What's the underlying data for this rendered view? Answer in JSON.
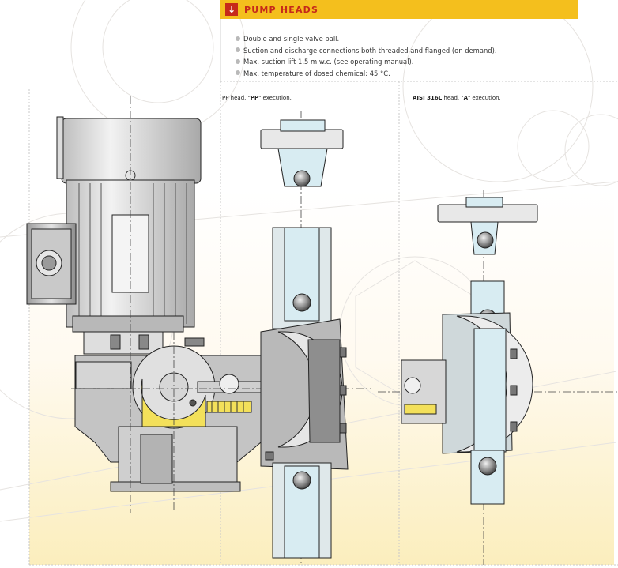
{
  "header": {
    "title": "PUMP HEADS",
    "icon": "arrow-down-icon",
    "bar_color": "#f4bf1d",
    "accent_color": "#c62a1a"
  },
  "bullets": [
    "Double and single valve ball.",
    "Suction and discharge connections both threaded and flanged (on demand).",
    "Max. suction lift 1,5 m.w.c.  (see operating manual).",
    "Max. temperature of dosed chemical: 45 °C."
  ],
  "captions": {
    "pp": {
      "prefix": "PP head. \"",
      "bold": "PP",
      "suffix": "\" execution."
    },
    "ss": {
      "prefix_bold": "AISI 316L",
      "middle": " head. \"",
      "bold": "A",
      "suffix": "\" execution."
    }
  },
  "colors": {
    "body_light": "#ececec",
    "body_mid": "#c9c9c9",
    "body_dark": "#9a9a9a",
    "chamber": "#d8ecf2",
    "cam_yellow": "#f3e05a",
    "bg_gradient": "#fbeebd"
  }
}
